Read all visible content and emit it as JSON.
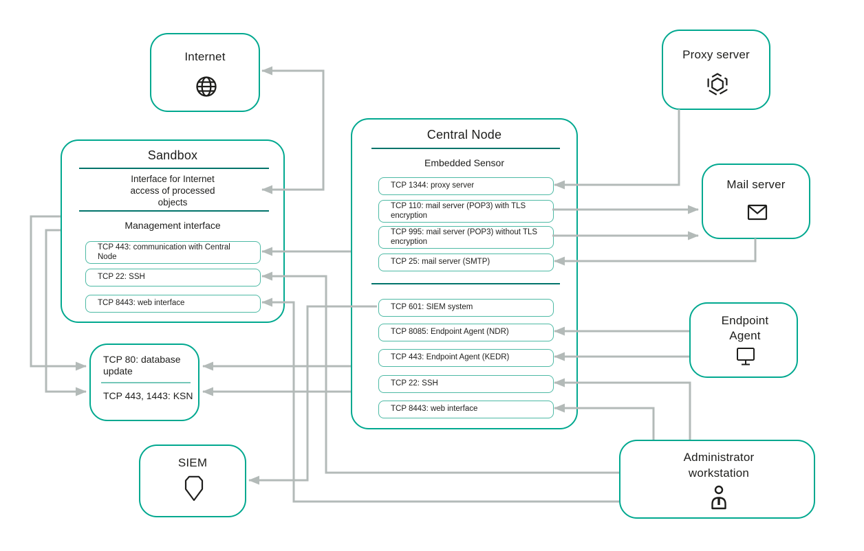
{
  "palette": {
    "box_border_teal": "#00A88F",
    "divider_dark_teal": "#00736A",
    "port_border_teal": "#4CB9A4",
    "connector_gray": "#B3BAB8",
    "text_color": "#1d1d1b"
  },
  "nodes": {
    "internet": {
      "title": "Internet",
      "icon": "globe-icon"
    },
    "proxy": {
      "title": "Proxy server",
      "icon": "proxy-hexagon-icon"
    },
    "mail": {
      "title": "Mail server",
      "icon": "envelope-icon"
    },
    "endpoint": {
      "title": "Endpoint Agent",
      "icon": "monitor-icon"
    },
    "siem": {
      "title": "SIEM",
      "icon": "shield-icon"
    },
    "admin": {
      "title": "Administrator workstation",
      "icon": "person-icon"
    },
    "sandbox": {
      "title": "Sandbox",
      "internet_interface_label": "Interface for Internet access of processed objects",
      "management_label": "Management interface",
      "ports": [
        "TCP 443: communication with Central Node",
        "TCP 22: SSH",
        "TCP 8443: web interface"
      ]
    },
    "central": {
      "title": "Central Node",
      "sensor_label": "Embedded Sensor",
      "sensor_ports": [
        "TCP 1344: proxy server",
        "TCP 110: mail server (POP3) with TLS encryption",
        "TCP 995: mail server (POP3) without TLS encryption",
        "TCP 25: mail server (SMTP)"
      ],
      "ports": [
        "TCP 601: SIEM system",
        "TCP 8085: Endpoint Agent (NDR)",
        "TCP 443: Endpoint Agent (KEDR)",
        "TCP 22: SSH",
        "TCP 8443: web interface"
      ]
    },
    "update_box": {
      "row1": "TCP 80: database update",
      "row2": "TCP 443, 1443: KSN"
    }
  },
  "connections": [
    {
      "from": "Sandbox: Interface for Internet access of processed objects",
      "to": "Internet",
      "bidirectional": true
    },
    {
      "from": "Central Node",
      "to": "Sandbox: TCP 443: communication with Central Node"
    },
    {
      "from": "Sandbox: Management interface",
      "to": "TCP 80: database update"
    },
    {
      "from": "Sandbox: Management interface",
      "to": "TCP 443, 1443: KSN"
    },
    {
      "from": "Central Node",
      "to": "TCP 80: database update"
    },
    {
      "from": "Central Node",
      "to": "TCP 443, 1443: KSN"
    },
    {
      "from": "Proxy server",
      "to": "Central Node: TCP 1344: proxy server"
    },
    {
      "from": "Central Node: TCP 110: mail server (POP3) with TLS encryption",
      "to": "Mail server"
    },
    {
      "from": "Central Node: TCP 995: mail server (POP3) without TLS encryption",
      "to": "Mail server"
    },
    {
      "from": "Mail server",
      "to": "Central Node: TCP 25: mail server (SMTP)"
    },
    {
      "from": "Central Node: TCP 601: SIEM system",
      "to": "SIEM"
    },
    {
      "from": "Endpoint Agent",
      "to": "Central Node: TCP 8085: Endpoint Agent (NDR)"
    },
    {
      "from": "Endpoint Agent",
      "to": "Central Node: TCP 443: Endpoint Agent (KEDR)"
    },
    {
      "from": "Administrator workstation",
      "to": "Central Node: TCP 22: SSH"
    },
    {
      "from": "Administrator workstation",
      "to": "Central Node: TCP 8443: web interface"
    },
    {
      "from": "Administrator workstation",
      "to": "Sandbox: TCP 22: SSH"
    },
    {
      "from": "Administrator workstation",
      "to": "Sandbox: TCP 8443: web interface"
    }
  ]
}
